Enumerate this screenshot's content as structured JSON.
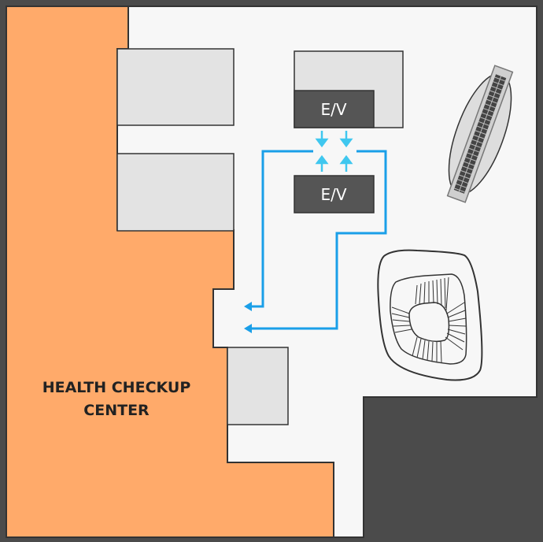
{
  "zone": {
    "label_line1": "HEALTH CHECKUP",
    "label_line2": "CENTER",
    "color": "#FFAA6A"
  },
  "elevators": [
    {
      "label": "E/V"
    },
    {
      "label": "E/V"
    }
  ],
  "colors": {
    "background": "#4b4b4b",
    "floor": "#f7f7f7",
    "room": "#e3e3e3",
    "elevator": "#555555",
    "route": "#1a9fe8",
    "route_light": "#3fc7ef"
  },
  "icons": [
    "escalator-icon",
    "spiral-staircase-icon",
    "route-arrow-icon"
  ]
}
